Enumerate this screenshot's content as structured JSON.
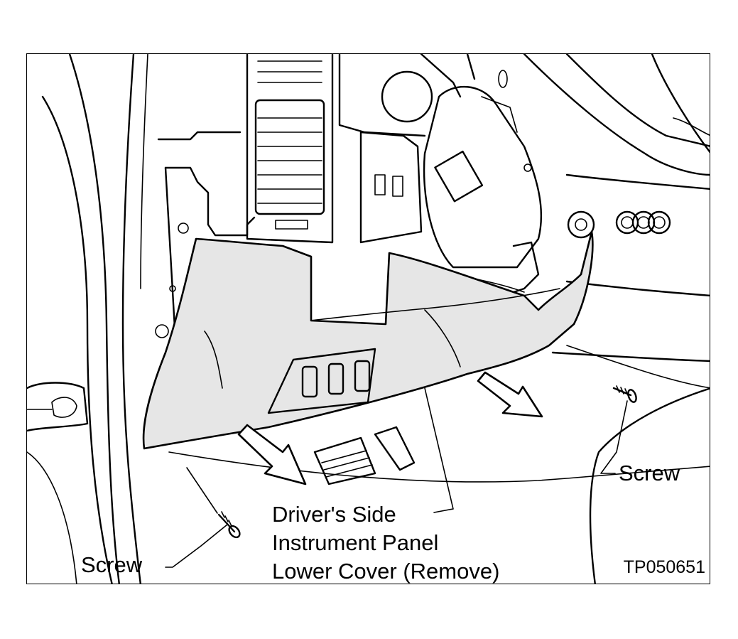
{
  "figure": {
    "id": "TP050651",
    "labels": {
      "screw_left": "Screw",
      "screw_right": "Screw",
      "cover_line1": "Driver's Side",
      "cover_line2": "Instrument Panel",
      "cover_line3": "Lower Cover (Remove)"
    },
    "colors": {
      "cover_fill": "#e6e6e6",
      "line": "#000000",
      "background": "#ffffff"
    }
  }
}
